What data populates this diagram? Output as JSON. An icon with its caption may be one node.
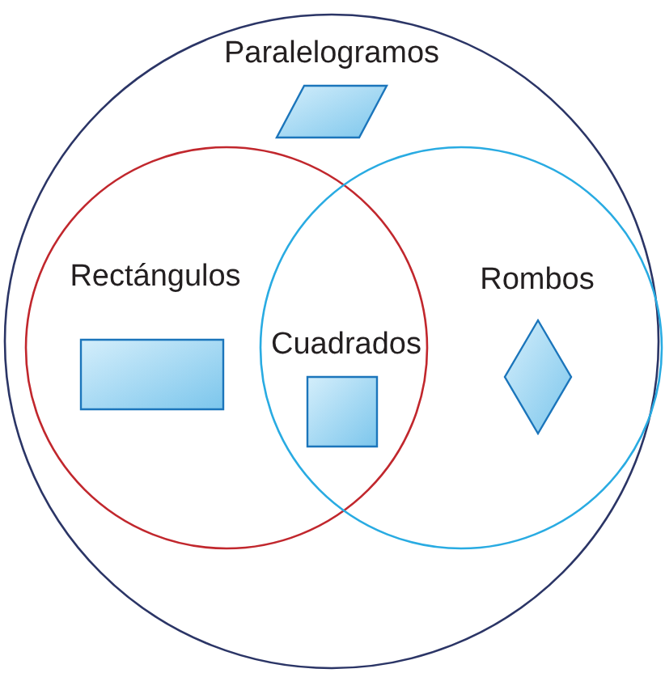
{
  "diagram": {
    "nodes": [
      {
        "text": [
          "Paralelogramos"
        ]
      },
      {
        "text": [
          "Rectángulos"
        ],
        "in": 0
      },
      {
        "text": [
          "Rombos"
        ],
        "in": 0
      }
    ],
    "edges": [],
    "labels": [
      "Cuadrados"
    ]
  }
}
